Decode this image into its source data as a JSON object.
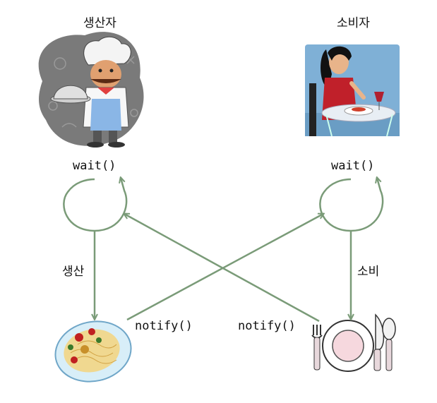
{
  "producer": {
    "title": "생산자",
    "wait": "wait()",
    "action": "생산",
    "notify": "notify()"
  },
  "consumer": {
    "title": "소비자",
    "wait": "wait()",
    "action": "소비",
    "notify": "notify()"
  },
  "colors": {
    "arrow": "#7a9b78",
    "chef_bg": "#7a7a7a",
    "diner_bg": "#7fb0d6",
    "dress": "#c0202a"
  }
}
